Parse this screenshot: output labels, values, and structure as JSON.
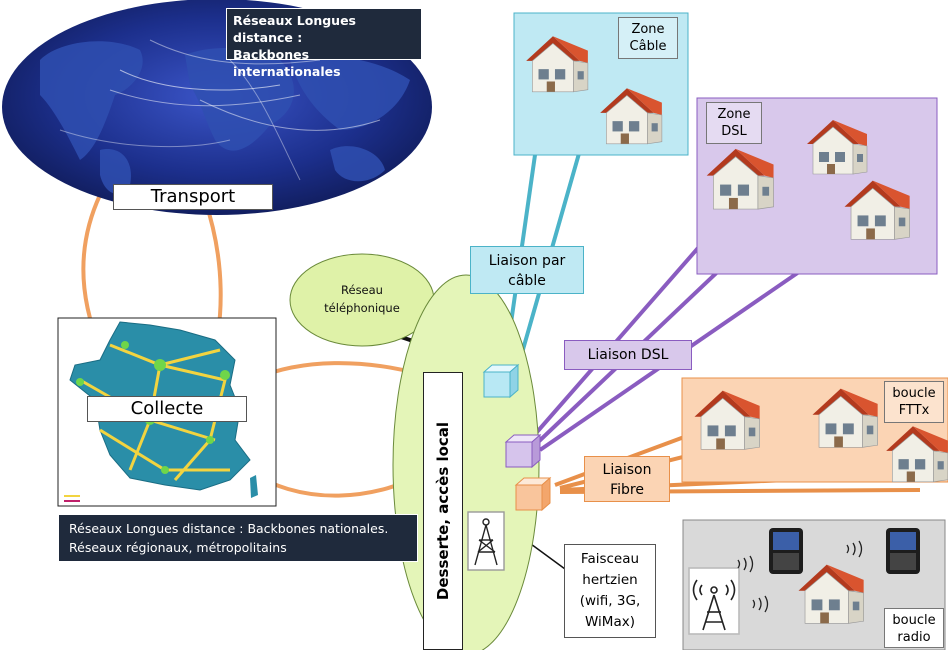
{
  "transport": {
    "banner": "Réseaux Longues distance : Backbones internationales",
    "banner_line1": "Réseaux Longues distance :",
    "banner_line2": "Backbones internationales",
    "label": "Transport"
  },
  "collecte": {
    "label": "Collecte",
    "caption_line1": "Réseaux Longues distance : Backbones nationales.",
    "caption_line2": "Réseaux régionaux, métropolitains"
  },
  "reseau_telephonique": {
    "line1": "Réseau",
    "line2": "téléphonique"
  },
  "desserte": {
    "label": "Desserte, accès local"
  },
  "zones": {
    "cable": {
      "line1": "Zone",
      "line2": "Câble"
    },
    "dsl": {
      "line1": "Zone",
      "line2": "DSL"
    },
    "fttx": {
      "line1": "boucle",
      "line2": "FTTx"
    },
    "radio": {
      "line1": "boucle",
      "line2": "radio"
    }
  },
  "links": {
    "cable": {
      "line1": "Liaison par",
      "line2": "câble"
    },
    "dsl": {
      "label": "Liaison DSL"
    },
    "fibre": {
      "line1": "Liaison",
      "line2": "Fibre"
    },
    "hertzien": {
      "line1": "Faisceau",
      "line2": "hertzien",
      "line3": "(wifi, 3G,",
      "line4": "WiMax)"
    }
  },
  "colors": {
    "cable": "#9adbe8",
    "dsl": "#c9b6e0",
    "fibre": "#f6b98a",
    "radio": "#d9d9d9",
    "orange_link": "#f0a060",
    "desserte_fill": "#e4f5b8",
    "phone_fill": "#dff2a8",
    "globe": "#1c2f8c"
  },
  "icons": [
    "house-icon",
    "antenna-icon",
    "smartphone-icon",
    "signal-waves-icon",
    "cube-icon",
    "globe-map",
    "france-map"
  ]
}
